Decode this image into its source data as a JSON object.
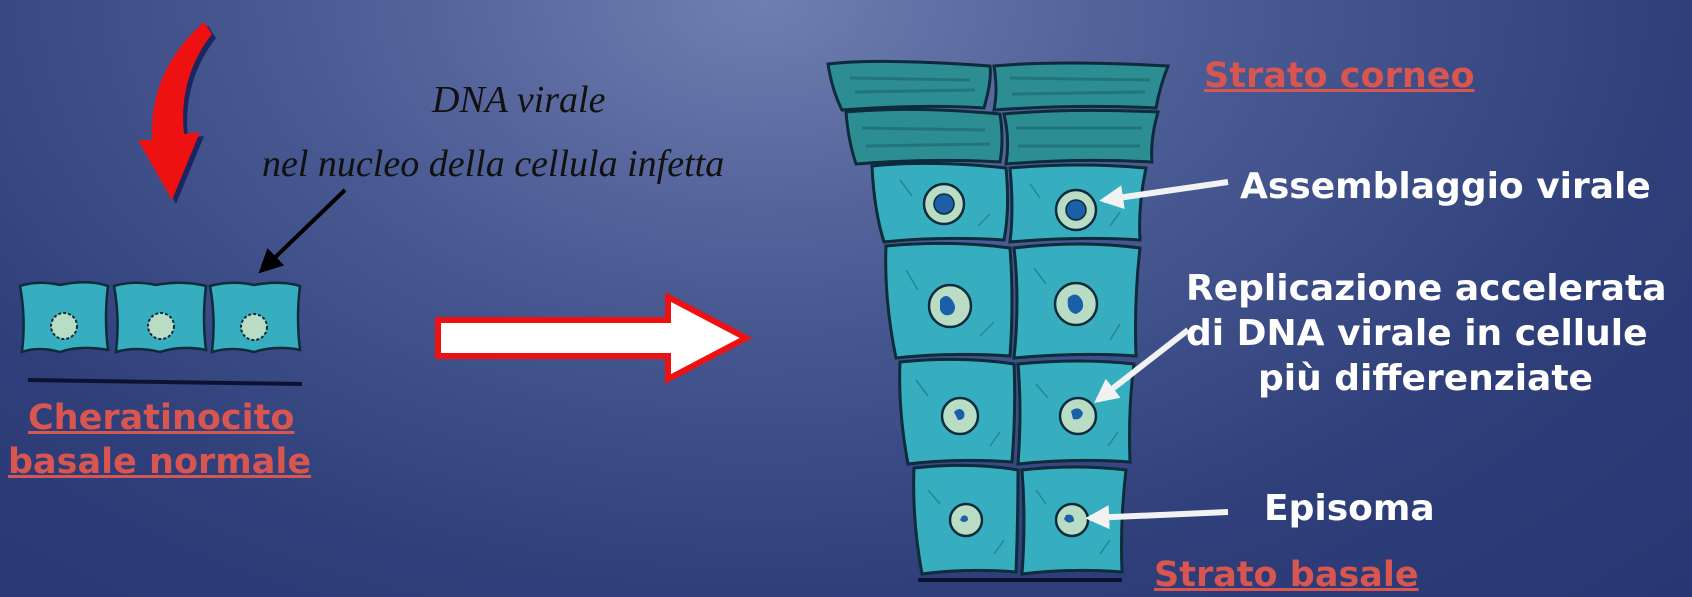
{
  "annotation": {
    "line1": "DNA virale",
    "line2": "nel nucleo della cellula infetta"
  },
  "left_label": {
    "line1": "Cheratinocito",
    "line2": "basale normale"
  },
  "layers": {
    "top": "Strato corneo",
    "bottom": "Strato basale"
  },
  "callouts": {
    "assembly": "Assemblaggio virale",
    "replication_1": "Replicazione accelerata",
    "replication_2": "di  DNA virale in cellule",
    "replication_3": "più differenziate",
    "episome": "Episoma"
  },
  "colors": {
    "cell": "#37aebf",
    "nucleus": "#b8dcc4",
    "corneo": "#2c8e93",
    "label_red": "#d9554f",
    "arrow_red": "#ee1111"
  }
}
